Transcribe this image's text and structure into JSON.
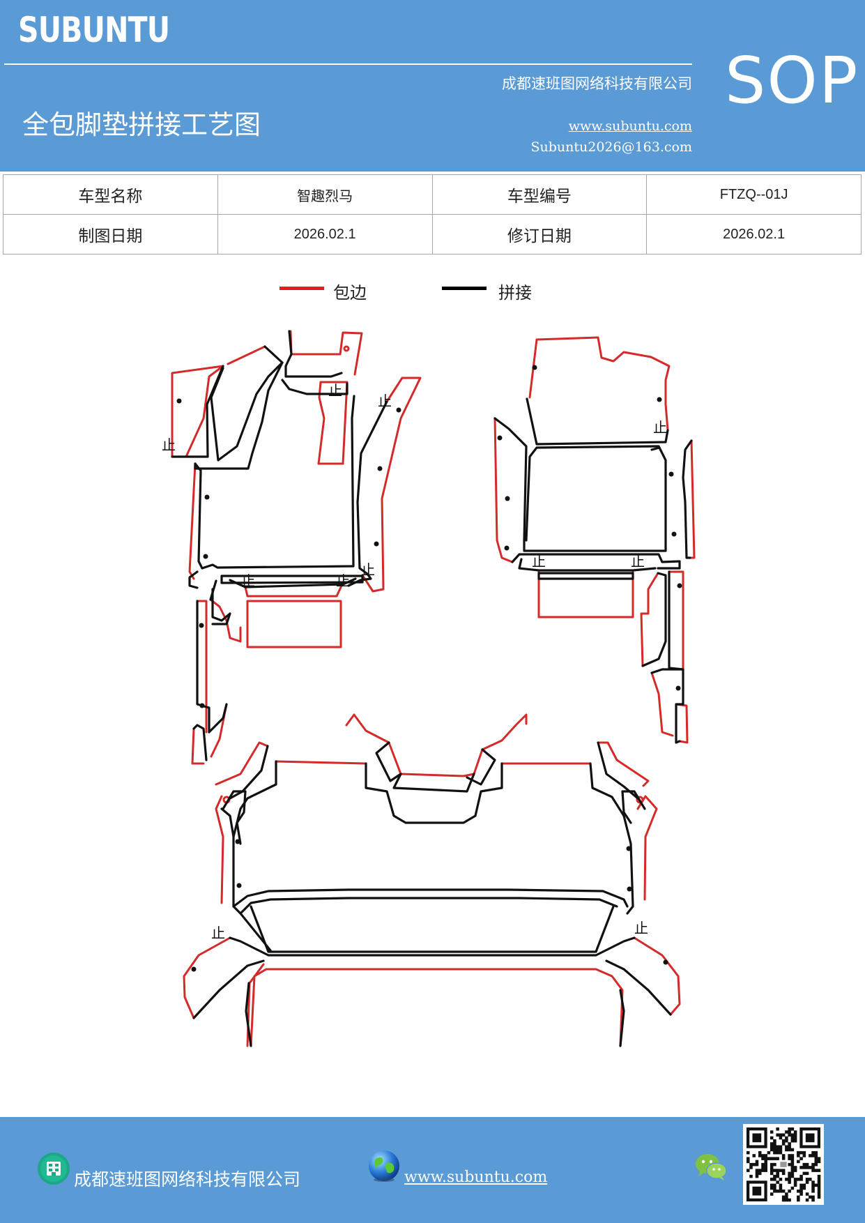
{
  "header": {
    "brand": "SUBUNTU",
    "company": "成都速班图网络科技有限公司",
    "title": "全包脚垫拼接工艺图",
    "website": "www.subuntu.com",
    "email": "Subuntu2026@163.com",
    "badge": "SOP"
  },
  "info_table": {
    "model_name_label": "车型名称",
    "model_name_value": "智趣烈马",
    "model_code_label": "车型编号",
    "model_code_value": "FTZQ--01J",
    "draw_date_label": "制图日期",
    "draw_date_value": "2026.02.1",
    "revise_date_label": "修订日期",
    "revise_date_value": "2026.02.1"
  },
  "legend": {
    "edge_label": "包边",
    "edge_color": "#e02020",
    "seam_label": "拼接",
    "seam_color": "#000000"
  },
  "diagram": {
    "stop_mark": "止",
    "edge_color": "#d42a2a",
    "seam_color": "#111111"
  },
  "footer": {
    "company": "成都速班图网络科技有限公司",
    "website": "www.subuntu.com",
    "building_icon": "building-icon",
    "globe_icon": "globe-icon",
    "wechat_icon": "wechat-icon",
    "qr_icon": "qr-code-icon"
  }
}
